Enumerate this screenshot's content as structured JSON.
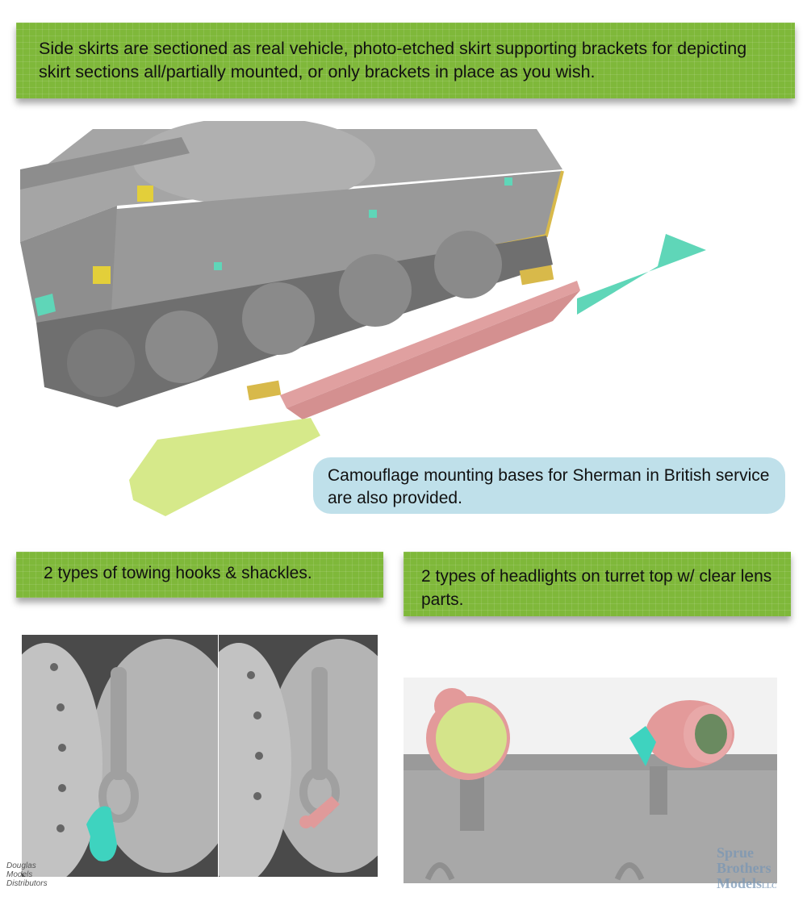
{
  "callouts": {
    "top": "Side skirts are sectioned as real vehicle, photo-etched skirt supporting brackets for depicting skirt sections all/partially mounted, or only brackets in place as you wish.",
    "camouflage": "Camouflage mounting bases for Sherman in British service are also provided.",
    "hooks": "2 types of towing hooks & shackles.",
    "headlights": "2 types of headlights on turret top w/ clear lens parts."
  },
  "watermarks": {
    "douglas_line1": "Douglas",
    "douglas_line2": "Models",
    "douglas_line3": "Distributors",
    "sprue_line1": "Sprue",
    "sprue_line2": "Brothers",
    "sprue_line3": "Models",
    "sprue_suffix": "LLC"
  },
  "colors": {
    "banner_green": "#7fb83a",
    "bubble_blue": "#bfe0ea",
    "skirt_pink": "#e0a0a0",
    "bracket_teal": "#5fd6b8",
    "base_yellow_green": "#d6e98a",
    "etch_gold": "#d8b94a",
    "model_gray": "#9a9a9a"
  }
}
